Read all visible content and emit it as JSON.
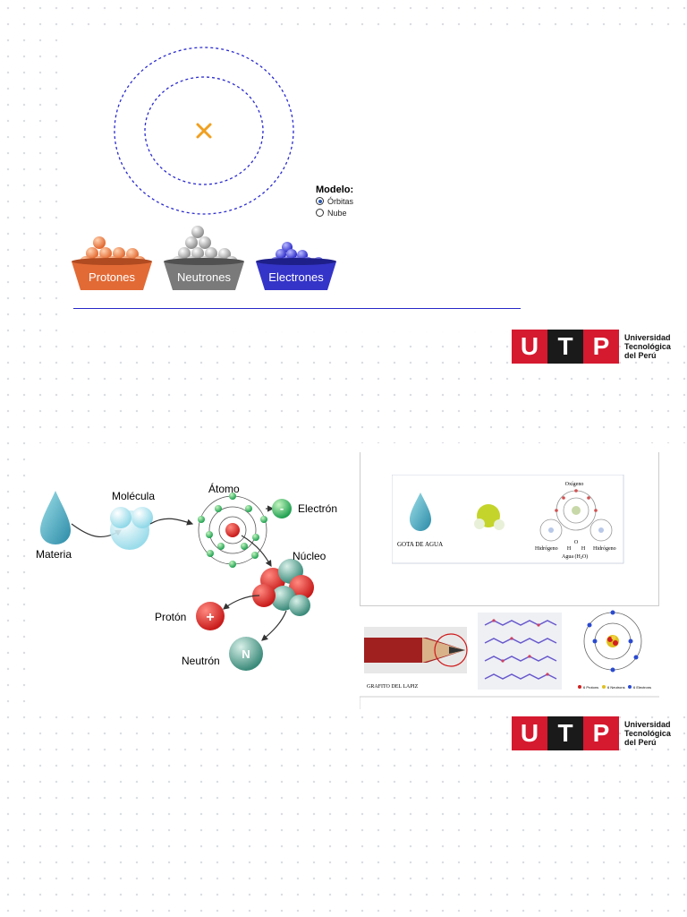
{
  "model_panel": {
    "title": "Modelo:",
    "options": [
      {
        "label": "Órbitas",
        "selected": true
      },
      {
        "label": "Nube",
        "selected": false
      }
    ]
  },
  "bowls": [
    {
      "label": "Protones",
      "color": "#e8743a"
    },
    {
      "label": "Neutrones",
      "color": "#8a8a8a"
    },
    {
      "label": "Electrones",
      "color": "#3b3bd0"
    }
  ],
  "logo": {
    "mark": [
      "U",
      "T",
      "P"
    ],
    "lines": [
      "Universidad",
      "Tecnológica",
      "del Perú"
    ]
  },
  "diagram": {
    "materia": "Materia",
    "molecula": "Molécula",
    "atomo": "Átomo",
    "electron": "Electrón",
    "nucleo": "Núcleo",
    "proton": "Protón",
    "neutron": "Neutrón",
    "electron_symbol": "-",
    "proton_symbol": "+",
    "neutron_symbol": "N"
  },
  "water_panel": {
    "drop_label": "GOTA DE AGUA",
    "oxygen": "Oxígeno",
    "hydrogen_left": "Hidrógeno",
    "hydrogen_right": "Hidrógeno",
    "water": "Agua (H",
    "water_sub": "2",
    "water_end": "O)",
    "o_letter": "O",
    "h_letter": "H"
  },
  "graphite_panel": {
    "pencil_label": "GRAFITO DEL LAPIZ",
    "legend": [
      "6 Protons",
      "6 Neutrons",
      "6 Electrons"
    ]
  }
}
